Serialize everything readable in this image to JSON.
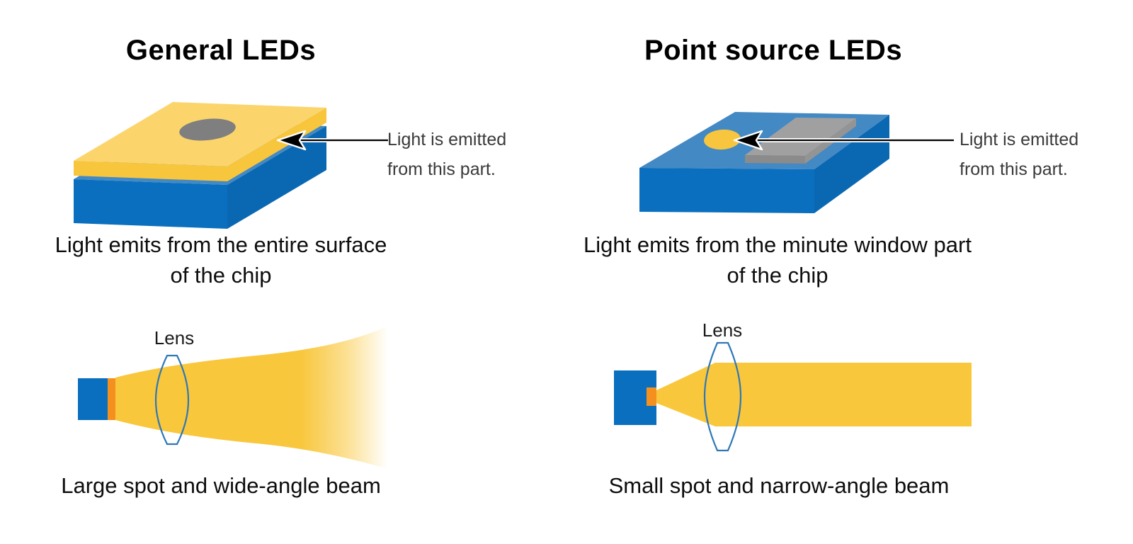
{
  "diagram": {
    "left": {
      "title": "General LEDs",
      "chip_caption": {
        "line1": "Light emits from the entire surface",
        "line2": "of the chip"
      },
      "annotation": {
        "line1": "Light is emitted",
        "line2": "from this part."
      },
      "lens_label": "Lens",
      "beam_caption": "Large spot and wide-angle beam"
    },
    "right": {
      "title": "Point source LEDs",
      "chip_caption": {
        "line1": "Light emits from the minute window part",
        "line2": "of the chip"
      },
      "annotation": {
        "line1": "Light is emitted",
        "line2": "from this part."
      },
      "lens_label": "Lens",
      "beam_caption": "Small spot and narrow-angle beam"
    },
    "colors": {
      "chip_top_yellow": "#FBD56C",
      "chip_side_yellow": "#F8C63C",
      "beam_yellow": "#F9C73C",
      "emitter_orange": "#F4911E",
      "chip_blue": "#0A6FBE",
      "chip_blue_side": "#0A68B2",
      "chip_top_blue": "#4389C4",
      "electrode_gray": "#7F7F7F",
      "window_yellow": "#F8C63E",
      "plate_top_gray": "#A0A0A0",
      "plate_front_gray": "#8B8B8B",
      "plate_side_gray": "#949494",
      "lens_stroke": "#2E77B8",
      "arrow_black": "#000000"
    }
  }
}
